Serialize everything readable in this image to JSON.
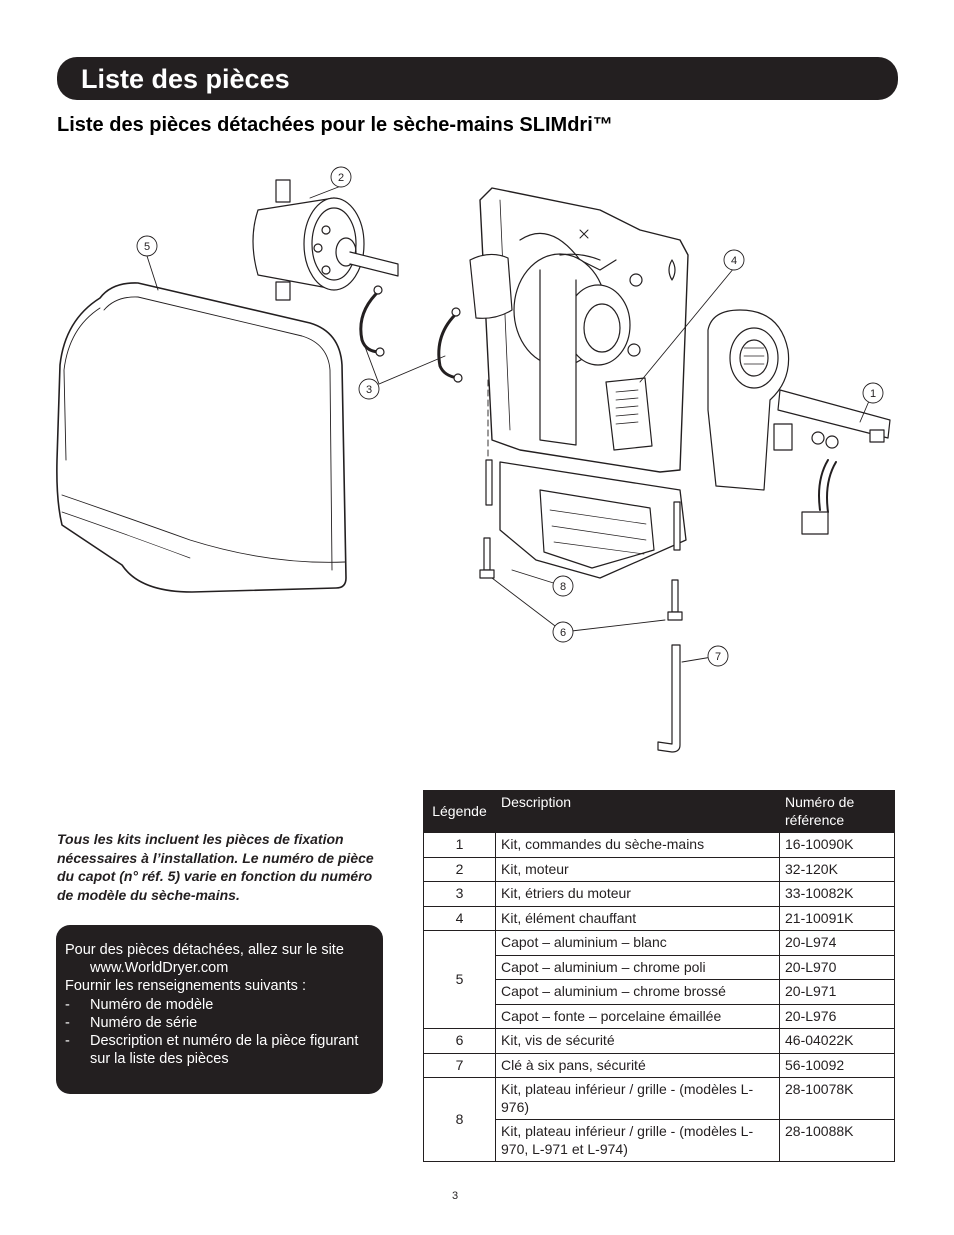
{
  "header": {
    "title": "Liste des pièces"
  },
  "subtitle": "Liste des pièces détachées pour le sèche-mains SLIMdri™",
  "diagram": {
    "callouts": [
      {
        "label": "1"
      },
      {
        "label": "2"
      },
      {
        "label": "3"
      },
      {
        "label": "4"
      },
      {
        "label": "5"
      },
      {
        "label": "6"
      },
      {
        "label": "7"
      },
      {
        "label": "8"
      }
    ]
  },
  "note": "Tous les kits incluent les pièces de fixation nécessaires à l’installation. Le numéro de pièce du capot (n° réf. 5) varie en fonction du numéro de modèle du sèche-mains.",
  "info_box": {
    "line1": "Pour des pièces détachées, allez sur le site",
    "url": "www.WorldDryer.com",
    "line3": "Fournir les renseignements suivants :",
    "items": [
      {
        "dash": "-",
        "text": "Numéro de modèle"
      },
      {
        "dash": "-",
        "text": "Numéro de série"
      },
      {
        "dash": "-",
        "text": "Description et numéro de la pièce figurant sur la liste des pièces"
      }
    ]
  },
  "table": {
    "headers": {
      "legend": "Légende",
      "description": "Description",
      "part_number": "Numéro de référence"
    },
    "rows": [
      {
        "legend": "1",
        "description": "Kit, commandes du sèche-mains",
        "part": "16-10090K"
      },
      {
        "legend": "2",
        "description": "Kit, moteur",
        "part": "32-120K"
      },
      {
        "legend": "3",
        "description": "Kit, étriers du moteur",
        "part": "33-10082K"
      },
      {
        "legend": "4",
        "description": "Kit, élément chauffant",
        "part": "21-10091K"
      },
      {
        "legend": "5",
        "description": "Capot – aluminium – blanc",
        "part": "20-L974"
      },
      {
        "legend": "",
        "description": "Capot – aluminium – chrome poli",
        "part": "20-L970"
      },
      {
        "legend": "",
        "description": "Capot – aluminium – chrome brossé",
        "part": "20-L971"
      },
      {
        "legend": "",
        "description": "Capot – fonte – porcelaine émaillée",
        "part": "20-L976"
      },
      {
        "legend": "6",
        "description": "Kit, vis de sécurité",
        "part": "46-04022K"
      },
      {
        "legend": "7",
        "description": "Clé à six pans, sécurité",
        "part": "56-10092"
      },
      {
        "legend": "8",
        "description": "Kit, plateau inférieur / grille - (modèles L-976)",
        "part": "28-10078K"
      },
      {
        "legend": "",
        "description": "Kit, plateau inférieur / grille - (modèles L-970, L-971 et L-974)",
        "part": "28-10088K"
      }
    ]
  },
  "page_number": "3"
}
